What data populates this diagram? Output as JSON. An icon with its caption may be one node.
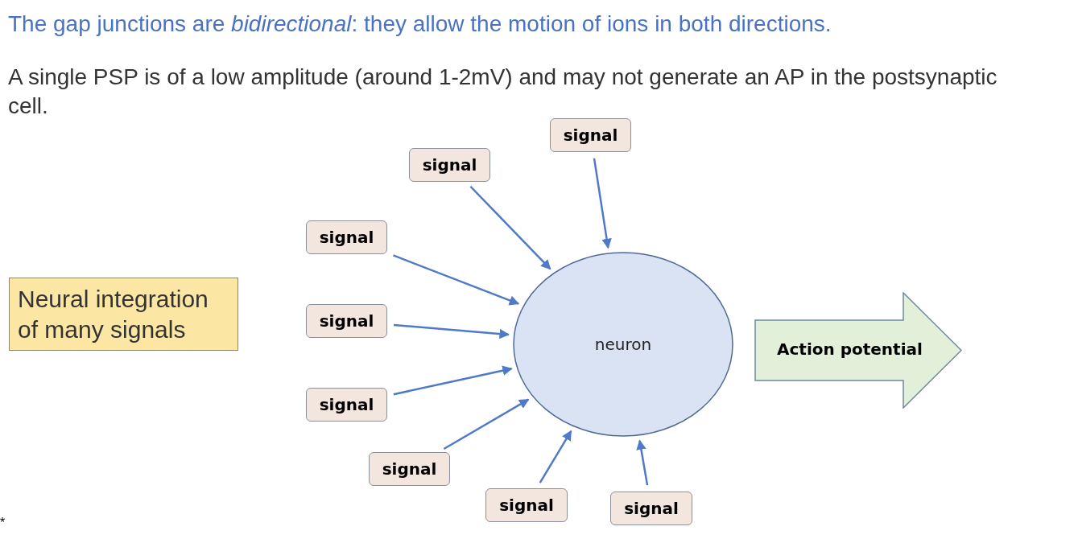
{
  "diagram": {
    "nodes": [
      {
        "text": [
          "Neural integration of many signals"
        ]
      },
      {
        "text": [
          "signal"
        ]
      },
      {
        "text": [
          "signal"
        ]
      },
      {
        "text": [
          "signal"
        ]
      },
      {
        "text": [
          "signal"
        ]
      },
      {
        "text": [
          "signal"
        ]
      },
      {
        "text": [
          "signal"
        ]
      },
      {
        "text": [
          "signal"
        ]
      },
      {
        "text": [
          "signal"
        ]
      },
      {
        "text": [
          "neuron"
        ]
      },
      {
        "text": [
          "Action potential"
        ]
      }
    ],
    "edges": [
      {
        "from": 1,
        "to": 9,
        "arrow": "to"
      },
      {
        "from": 2,
        "to": 9,
        "arrow": "to"
      },
      {
        "from": 3,
        "to": 9,
        "arrow": "to"
      },
      {
        "from": 4,
        "to": 9,
        "arrow": "to"
      },
      {
        "from": 5,
        "to": 9,
        "arrow": "to"
      },
      {
        "from": 6,
        "to": 9,
        "arrow": "to"
      },
      {
        "from": 7,
        "to": 9,
        "arrow": "to"
      },
      {
        "from": 8,
        "to": 9,
        "arrow": "to"
      }
    ],
    "labels": [
      "The gap junctions are *bidirectional*: they allow the motion of ions in both directions.",
      "A single PSP is of a low amplitude (around 1-2mV) and may not generate an AP in the postsynaptic cell.",
      "*"
    ]
  }
}
